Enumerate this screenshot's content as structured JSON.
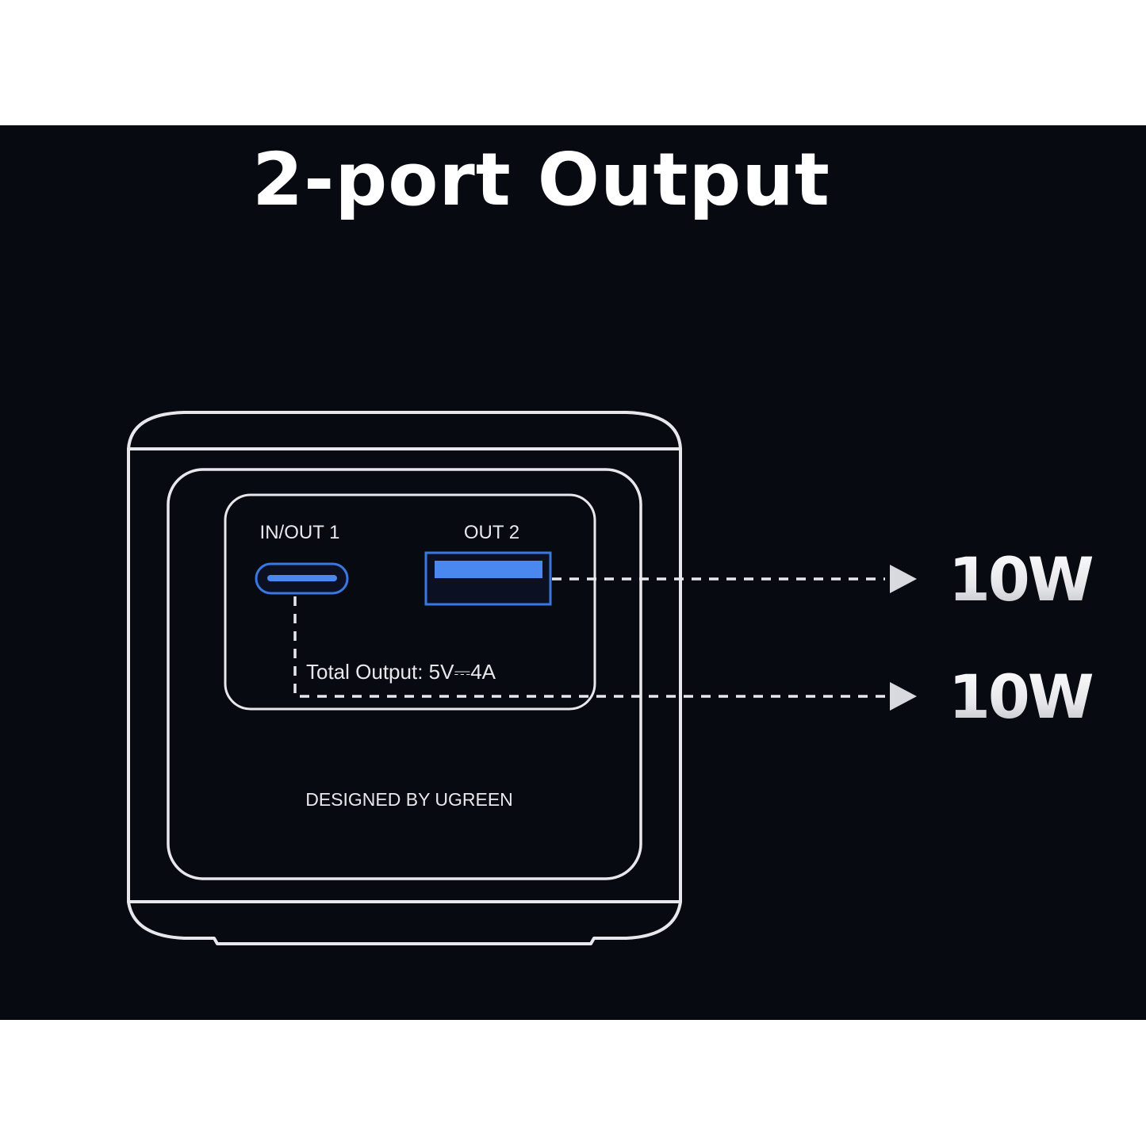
{
  "title": "2-port Output",
  "device": {
    "port1_label": "IN/OUT 1",
    "port2_label": "OUT 2",
    "total_output": "Total Output: 5V⎓4A",
    "brand_text": "DESIGNED BY UGREEN"
  },
  "outputs": [
    {
      "port": "OUT 2",
      "power": "10W"
    },
    {
      "port": "IN/OUT 1",
      "power": "10W"
    }
  ],
  "colors": {
    "background": "#080a12",
    "outline": "#e8e8ec",
    "port_accent": "#3a78e0",
    "title": "#ffffff"
  }
}
